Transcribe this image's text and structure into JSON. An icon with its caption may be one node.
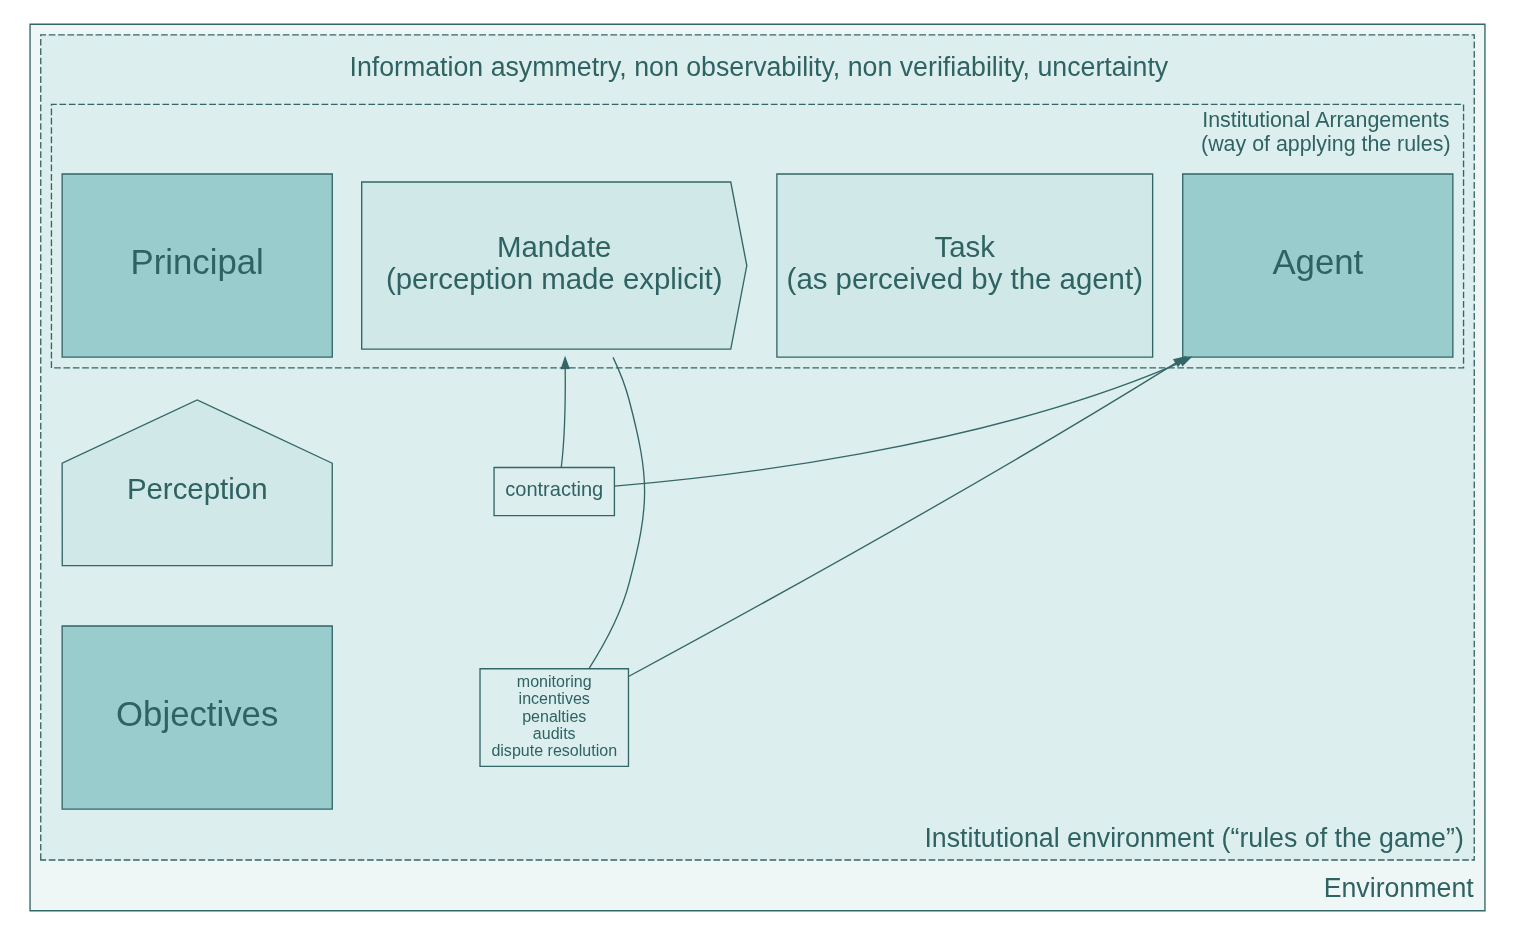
{
  "diagram": {
    "nodes": [
      {
        "text": [
          "Environment"
        ]
      },
      {
        "text": [
          "Institutional environment (“rules of the game”)"
        ],
        "in": 0
      },
      {
        "text": [
          "Institutional Arrangements",
          "(way of applying the rules)"
        ],
        "in": 1
      },
      {
        "text": [
          "Principal"
        ],
        "in": 2
      },
      {
        "text": [
          "Mandate",
          "(perception made explicit)"
        ],
        "in": 2
      },
      {
        "text": [
          "Task",
          "(as perceived by the agent)"
        ],
        "in": 2
      },
      {
        "text": [
          "Agent"
        ],
        "in": 2
      },
      {
        "text": [
          "Perception"
        ],
        "in": 1
      },
      {
        "text": [
          "Objectives"
        ],
        "in": 1
      },
      {
        "text": [
          "contracting"
        ],
        "in": 1
      },
      {
        "text": [
          "monitoring",
          "incentives",
          "penalties",
          "audits",
          "dispute resolution"
        ],
        "in": 1
      }
    ],
    "edges": [
      {
        "from": 9,
        "to": 4,
        "arrow": "to"
      },
      {
        "from": 9,
        "to": 6,
        "arrow": "to"
      },
      {
        "from": 4,
        "to": 10,
        "arrow": "none"
      },
      {
        "from": 10,
        "to": 6,
        "arrow": "to"
      }
    ],
    "labels": [
      "Information asymmetry, non observability, non verifiability, uncertainty"
    ]
  }
}
